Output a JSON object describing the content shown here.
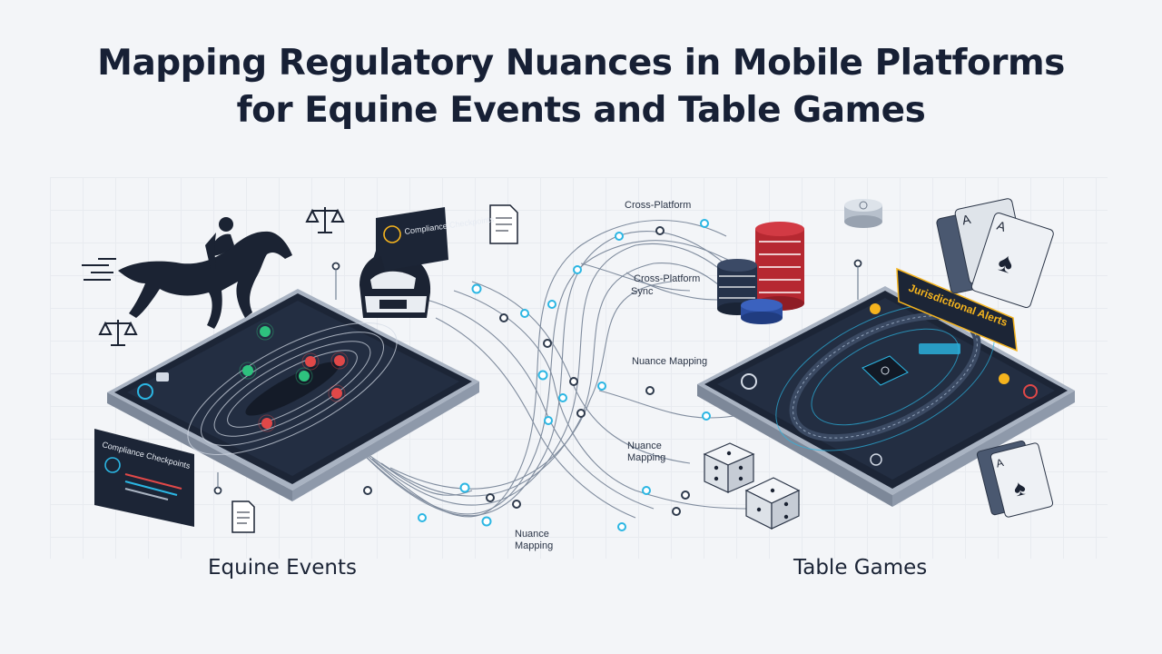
{
  "title": {
    "line1": "Mapping Regulatory Nuances in Mobile Platforms",
    "line2": "for Equine Events and Table Games"
  },
  "sections": {
    "left_label": "Equine Events",
    "right_label": "Table Games"
  },
  "left_panel": {
    "callout_top": "Compliance Checkpoints",
    "callout_side": "Compliance Checkpoints",
    "status_colors": [
      "#2ec27e",
      "#e04848",
      "#2ec27e",
      "#e04848",
      "#2ec27e",
      "#e04848"
    ]
  },
  "right_panel": {
    "alert_banner": "Jurisdictional Alerts",
    "accent": "#f5b41e"
  },
  "network_labels": {
    "cross_platform": "Cross-Platform",
    "cross_platform_sync_1": "Cross-Platform",
    "cross_platform_sync_2": "Sync",
    "nuance_mapping_right": "Nuance Mapping",
    "nuance_mapping_mid_1": "Nuance",
    "nuance_mapping_mid_2": "Mapping",
    "nuance_mapping_bottom_1": "Nuance",
    "nuance_mapping_bottom_2": "Mapping"
  },
  "icons": [
    "scales-icon",
    "horse-rider-icon",
    "jockey-icon",
    "document-icon",
    "poker-chips-icon",
    "playing-cards-icon",
    "dice-icon"
  ],
  "colors": {
    "tablet_dark": "#1c2536",
    "node_cyan": "#2bb6e3",
    "title_text": "#172035"
  }
}
